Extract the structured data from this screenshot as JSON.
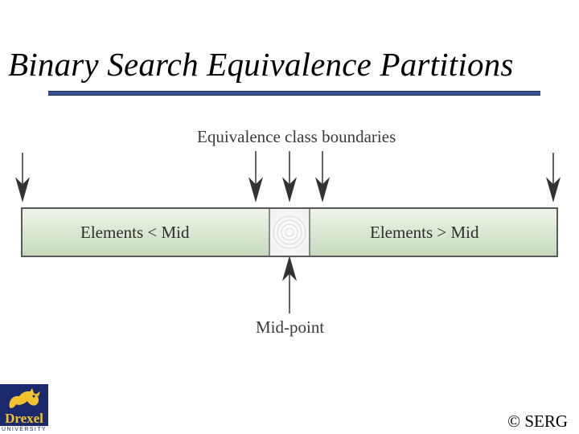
{
  "slide": {
    "title": "Binary Search Equivalence Partitions",
    "copyright": "© SERG"
  },
  "logo": {
    "name": "Drexel",
    "subtitle": "UNIVERSITY"
  },
  "diagram": {
    "top_label": "Equivalence class boundaries",
    "left_region": "Elements < Mid",
    "right_region": "Elements > Mid",
    "bottom_label": "Mid-point",
    "colors": {
      "bar_fill_top": "#e9f2e4",
      "bar_fill_bottom": "#c9dcc0",
      "bar_border": "#5a5a5a",
      "arrow": "#333333"
    }
  }
}
